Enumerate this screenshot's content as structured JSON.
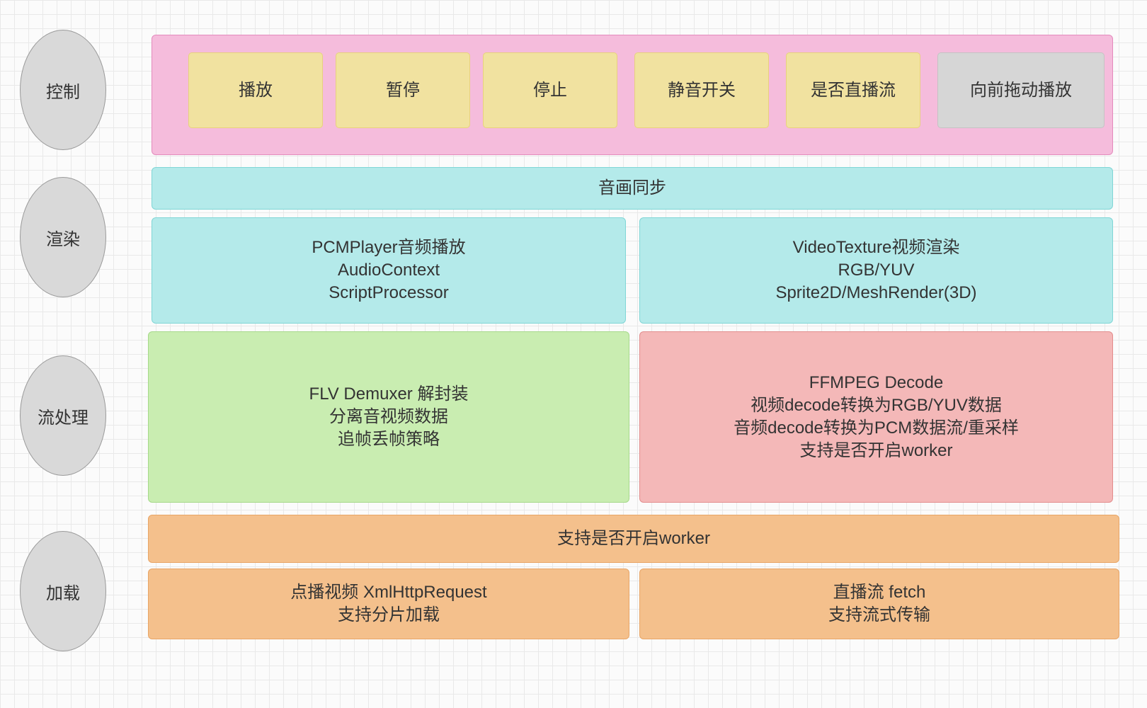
{
  "layers": {
    "control": "控制",
    "render": "渲染",
    "stream": "流处理",
    "load": "加载"
  },
  "control": {
    "buttons": [
      "播放",
      "暂停",
      "停止",
      "静音开关",
      "是否直播流",
      "向前拖动播放"
    ]
  },
  "render": {
    "sync": "音画同步",
    "audio": [
      "PCMPlayer音频播放",
      "AudioContext",
      "ScriptProcessor"
    ],
    "video": [
      "VideoTexture视频渲染",
      "RGB/YUV",
      "Sprite2D/MeshRender(3D)"
    ]
  },
  "stream": {
    "demux": [
      "FLV Demuxer 解封装",
      "分离音视频数据",
      "追帧丢帧策略"
    ],
    "decode": [
      "FFMPEG Decode",
      "视频decode转换为RGB/YUV数据",
      "音频decode转换为PCM数据流/重采样",
      "支持是否开启worker"
    ]
  },
  "load": {
    "worker": "支持是否开启worker",
    "vod": [
      "点播视频 XmlHttpRequest",
      "支持分片加载"
    ],
    "live": [
      "直播流 fetch",
      "支持流式传输"
    ]
  },
  "colors": {
    "control_bg": "#f5bcdc",
    "button_bg": "#f1e2a0",
    "render_bg": "#b4eaea",
    "demux_bg": "#c9edb1",
    "decode_bg": "#f4b8b8",
    "load_bg": "#f4c08c",
    "pill_bg": "#d9d9d9"
  }
}
